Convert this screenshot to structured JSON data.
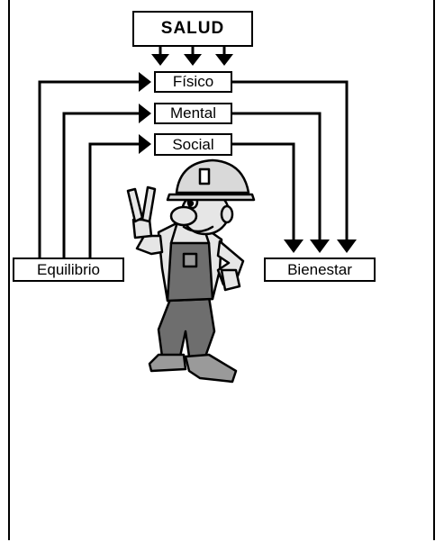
{
  "diagram": {
    "title": "SALUD",
    "dimensions": [
      "Físico",
      "Mental",
      "Social"
    ],
    "left_node": "Equilibrio",
    "right_node": "Bienestar",
    "mascot": "worker-mascot-hardhat-peace-sign"
  },
  "colors": {
    "line": "#000000",
    "hat": "#d9d9d9",
    "overalls": "#6e6e6e",
    "skin": "#e6e6e6",
    "boots": "#9a9a9a"
  }
}
